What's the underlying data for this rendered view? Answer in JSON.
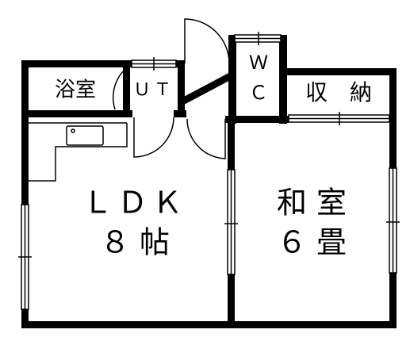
{
  "rooms": {
    "bath": {
      "label": "浴室"
    },
    "utility": {
      "label": "ＵＴ"
    },
    "wc": {
      "line1": "Ｗ",
      "line2": "Ｃ"
    },
    "storage": {
      "label": "収　納"
    },
    "ldk": {
      "line1": "ＬＤＫ",
      "line2": "８ 帖"
    },
    "washitsu": {
      "line1": "和 室",
      "line2": "６ 畳"
    }
  },
  "colors": {
    "wall": "#000000",
    "background": "#ffffff"
  }
}
